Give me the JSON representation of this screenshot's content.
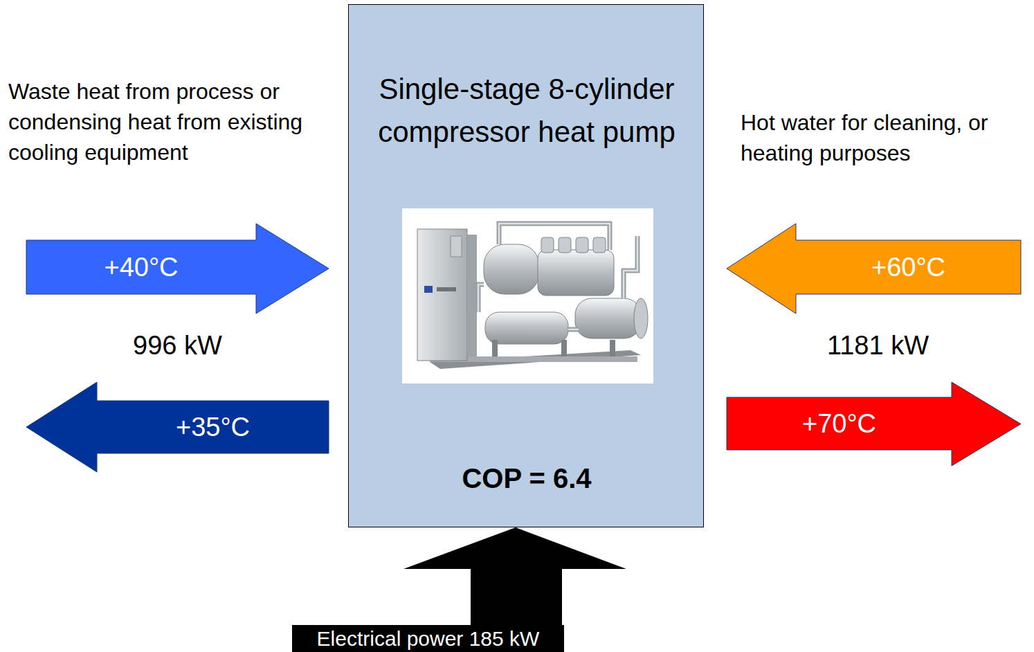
{
  "diagram": {
    "nodes": [
      {
        "text": [
          "Single-stage 8-cylinder compressor heat pump",
          "COP = 6.4"
        ]
      },
      {
        "text": [
          "+40°C"
        ]
      },
      {
        "text": [
          "+35°C"
        ]
      },
      {
        "text": [
          "+60°C"
        ]
      },
      {
        "text": [
          "+70°C"
        ]
      },
      {
        "text": [
          "Electrical power 185 kW"
        ]
      }
    ],
    "labels": [
      "Waste heat from process or condensing heat from existing cooling equipment",
      "996 kW",
      "Hot water for cleaning, or heating purposes",
      "1181 kW"
    ]
  }
}
